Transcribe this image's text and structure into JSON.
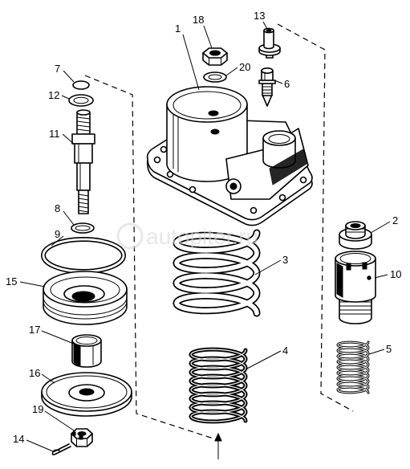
{
  "callouts": {
    "p1": "1",
    "p2": "2",
    "p3": "3",
    "p4": "4",
    "p5": "5",
    "p6": "6",
    "p7": "7",
    "p8": "8",
    "p9": "9",
    "p10": "10",
    "p11": "11",
    "p12": "12",
    "p13": "13",
    "p14": "14",
    "p15": "15",
    "p16": "16",
    "p17": "17",
    "p18": "18",
    "p19": "19",
    "p20": "20"
  },
  "watermark": "autopiter.ru"
}
